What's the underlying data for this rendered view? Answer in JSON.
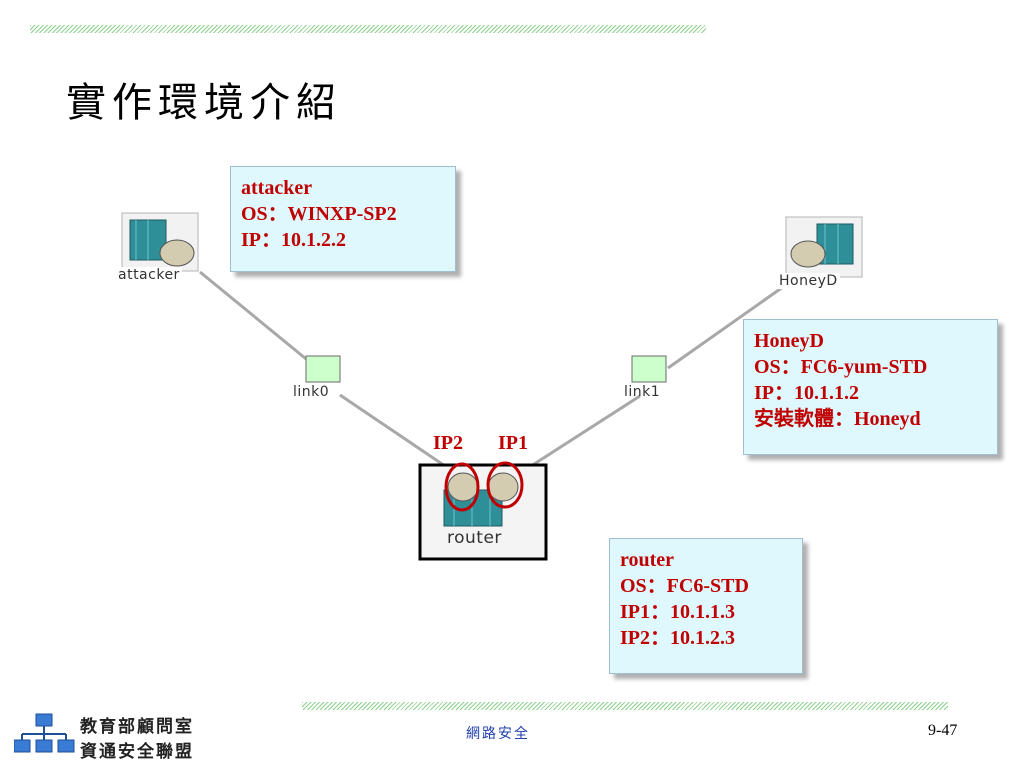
{
  "title": "實作環境介紹",
  "nodes": {
    "attacker": {
      "label": "attacker"
    },
    "honeyd": {
      "label": "HoneyD"
    },
    "router": {
      "label": "router"
    },
    "link0": {
      "label": "link0"
    },
    "link1": {
      "label": "link1"
    }
  },
  "interfaces": {
    "ip2": "IP2",
    "ip1": "IP1"
  },
  "attacker_box": {
    "name": "attacker",
    "os": "OS：WINXP-SP2",
    "ip": "IP：10.1.2.2"
  },
  "honeyd_box": {
    "name": "HoneyD",
    "os": "OS：FC6-yum-STD",
    "ip": "IP：10.1.1.2",
    "software": "安裝軟體：Honeyd"
  },
  "router_box": {
    "name": "router",
    "os": "OS：FC6-STD",
    "ip1": "IP1：10.1.1.3",
    "ip2": "IP2：10.1.2.3"
  },
  "footer": {
    "org_line1": "教育部顧問室",
    "org_line2": "資通安全聯盟",
    "course": "網路安全",
    "page": "9-47"
  },
  "colors": {
    "accent_red": "#c00000",
    "box_bg": "#dff8fd",
    "hatch_green": "#8fd08f",
    "footer_blue": "#1f3fae"
  }
}
